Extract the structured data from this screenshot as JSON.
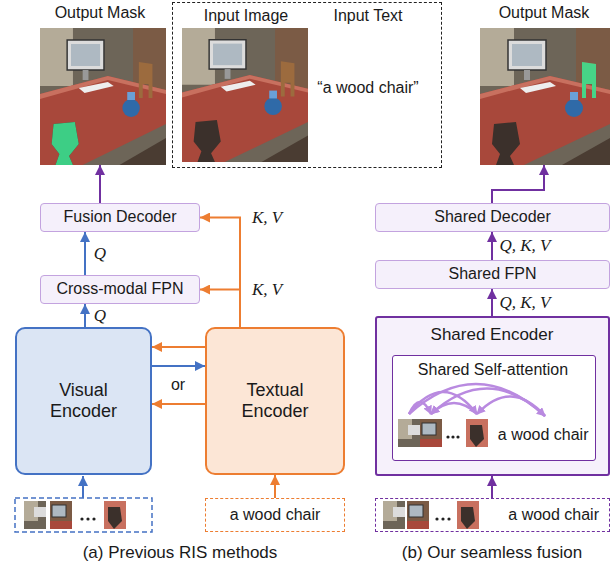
{
  "diagram": {
    "nodes": [
      {
        "text": [
          "Output Mask"
        ]
      },
      {
        "text": [
          "Input Image",
          "Input Text",
          "“a wood chair”"
        ]
      },
      {
        "text": [
          "Output Mask"
        ]
      },
      {
        "text": [
          "Fusion Decoder"
        ]
      },
      {
        "text": [
          "Cross-modal FPN"
        ]
      },
      {
        "text": [
          "Visual Encoder"
        ]
      },
      {
        "text": [
          "Textual Encoder"
        ]
      },
      {
        "text": [
          "a wood chair"
        ]
      },
      {
        "text": [
          "Shared Decoder"
        ]
      },
      {
        "text": [
          "Shared FPN"
        ]
      },
      {
        "text": [
          "Shared Encoder"
        ]
      },
      {
        "text": [
          "Shared Self-attention",
          "a wood chair"
        ],
        "in": 10
      },
      {
        "text": [
          "a wood chair"
        ]
      }
    ],
    "edges": [
      {
        "from": 3,
        "to": 0,
        "arrow": "to"
      },
      {
        "from": 4,
        "to": 3,
        "label": "Q",
        "arrow": "to"
      },
      {
        "from": 5,
        "to": 4,
        "label": "Q",
        "arrow": "to"
      },
      {
        "from": 6,
        "to": 4,
        "label": "K, V",
        "arrow": "to"
      },
      {
        "from": 6,
        "to": 3,
        "label": "K, V",
        "arrow": "to"
      },
      {
        "from": 6,
        "to": 5,
        "arrow": "to"
      },
      {
        "from": 5,
        "to": 6,
        "arrow": "to"
      },
      {
        "from": 6,
        "to": 5,
        "arrow": "to"
      },
      {
        "from": 7,
        "to": 6,
        "arrow": "to"
      },
      {
        "from": 12,
        "to": 10,
        "arrow": "to"
      },
      {
        "from": 10,
        "to": 9,
        "label": "Q, K, V",
        "arrow": "to"
      },
      {
        "from": 9,
        "to": 8,
        "label": "Q, K, V",
        "arrow": "to"
      },
      {
        "from": 8,
        "to": 2,
        "arrow": "to"
      }
    ],
    "labels": [
      "or",
      "(a) Previous RIS methods",
      "(b) Our seamless fusion"
    ]
  }
}
